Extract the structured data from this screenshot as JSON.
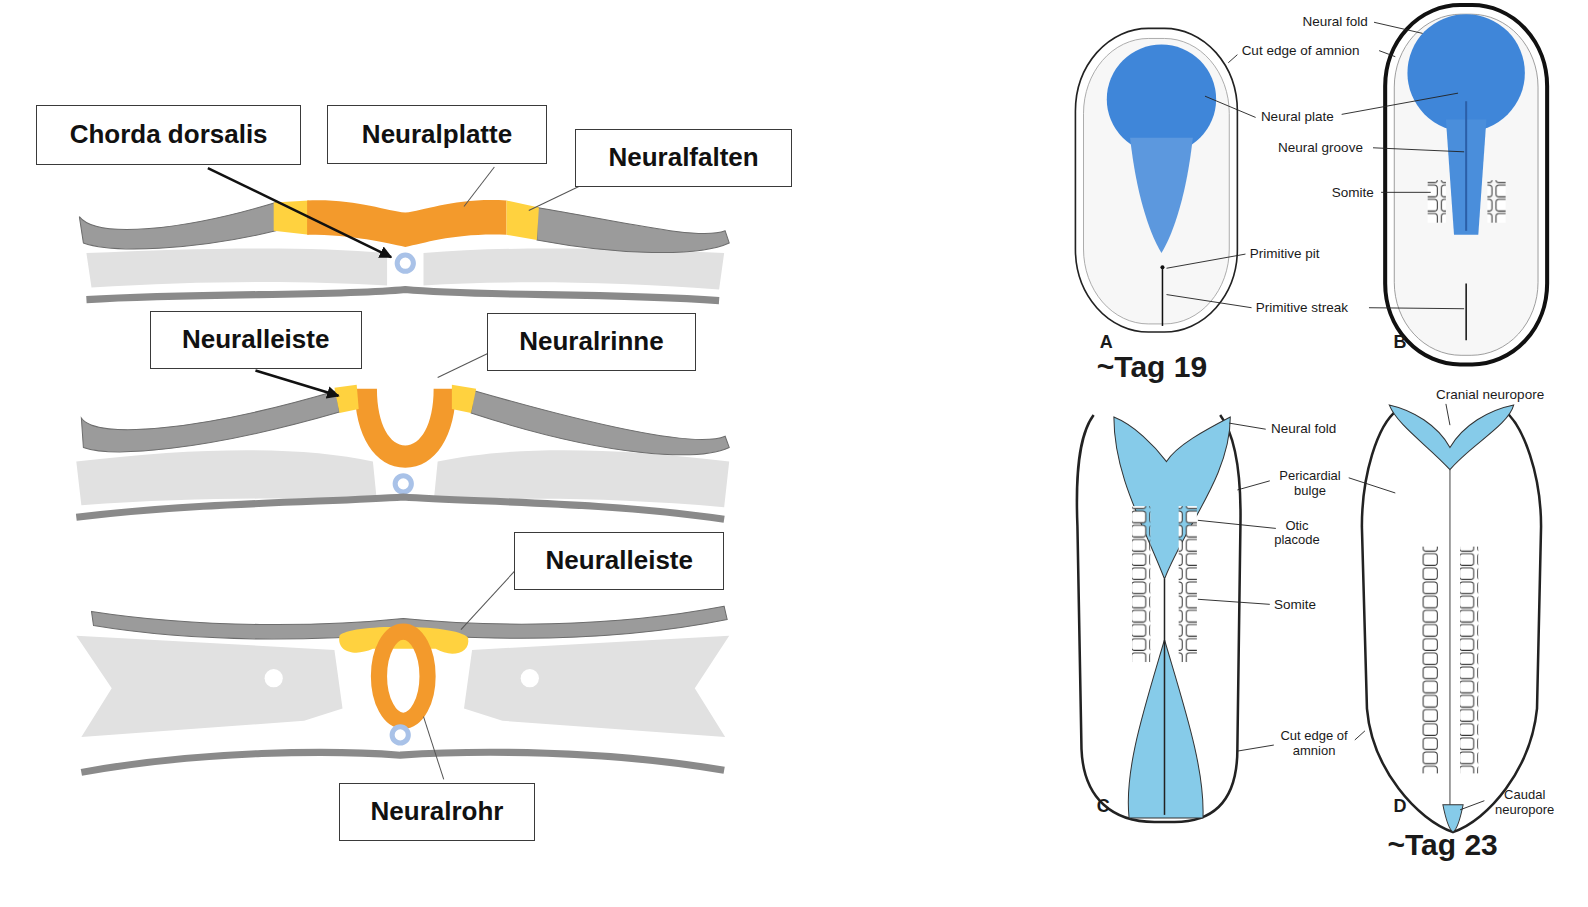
{
  "diagram": {
    "nodes": [
      {
        "text": [
          "Chorda dorsalis"
        ]
      },
      {
        "text": [
          "Neuralplatte"
        ]
      },
      {
        "text": [
          "Neuralfalten"
        ]
      },
      {
        "text": [
          "Neuralleiste"
        ]
      },
      {
        "text": [
          "Neuralrinne"
        ]
      },
      {
        "text": [
          "Neuralleiste"
        ]
      },
      {
        "text": [
          "Neuralrohr"
        ]
      }
    ],
    "labels": [
      "Neural fold",
      "Cut edge of amnion",
      "Neural plate",
      "Neural groove",
      "Somite",
      "Primitive pit",
      "Primitive streak",
      "A",
      "~Tag 19",
      "B",
      "Cranial neuropore",
      "Neural fold",
      "Pericardial bulge",
      "Otic placode",
      "Somite",
      "Cut edge of amnion",
      "C",
      "D",
      "Caudal neuropore",
      "~Tag 23"
    ]
  }
}
